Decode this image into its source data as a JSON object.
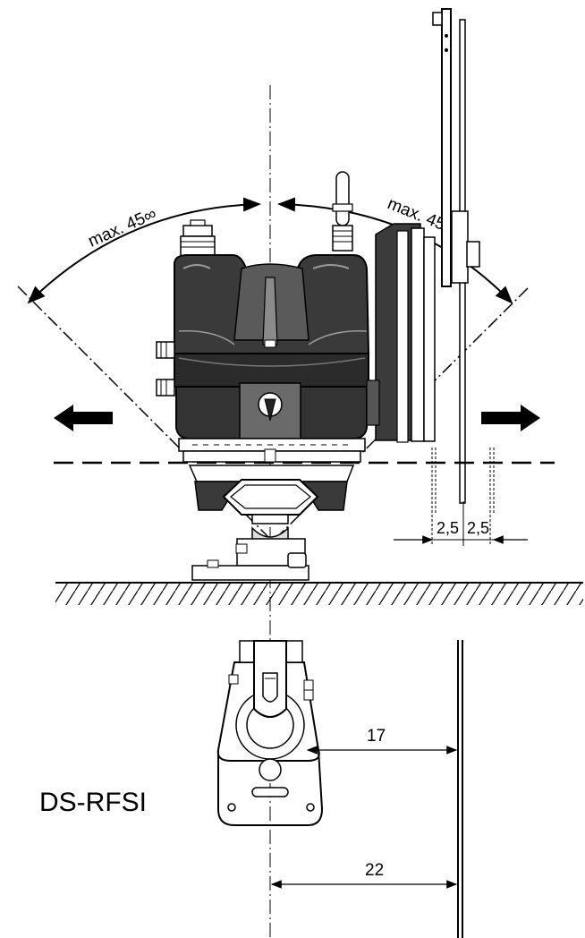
{
  "labels": {
    "angle_left": "max. 45∞",
    "angle_right": "max. 45∞",
    "dim_a": "2,5",
    "dim_b": "2,5",
    "dim_17": "17",
    "dim_22": "22",
    "model": "DS-RFSI"
  },
  "colors": {
    "ink": "#000000",
    "body_dark": "#2b2b2b",
    "body_mid": "#4a4a4a",
    "body_light": "#7a7a7a",
    "background": "#ffffff"
  }
}
